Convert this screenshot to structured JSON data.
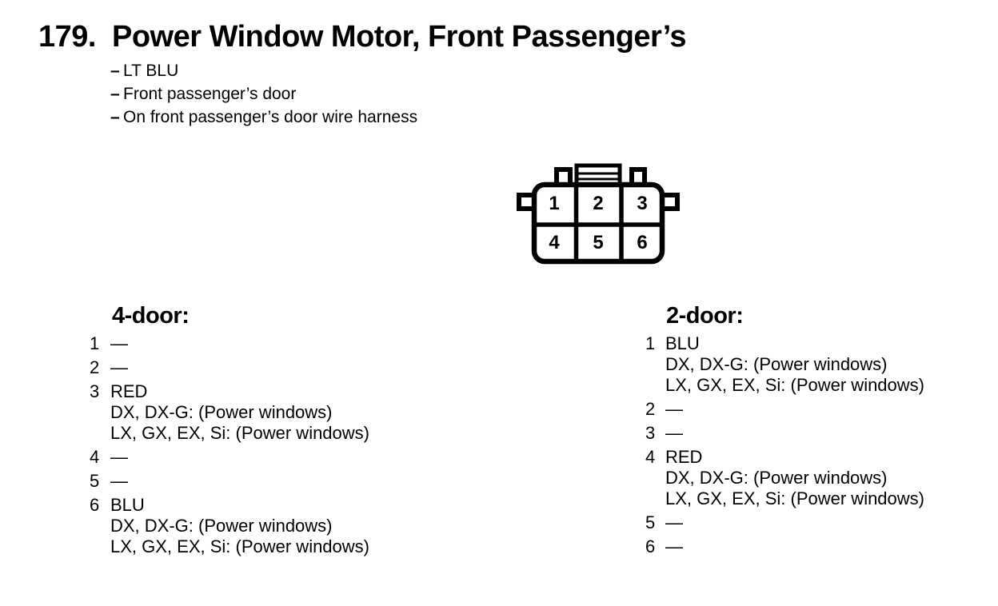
{
  "colors": {
    "ink": "#000000",
    "paper": "#ffffff"
  },
  "header": {
    "item_number": "179.",
    "title": "Power Window Motor, Front Passenger’s",
    "details": [
      {
        "bullet": "–",
        "text": "LT BLU"
      },
      {
        "bullet": "–",
        "text": "Front passenger’s door"
      },
      {
        "bullet": "–",
        "text": "On front passenger’s door wire harness"
      }
    ]
  },
  "connector": {
    "pins": [
      "1",
      "2",
      "3",
      "4",
      "5",
      "6"
    ]
  },
  "pinout_columns": [
    {
      "heading": "4-door:",
      "rows": [
        {
          "pin": "1",
          "value": "—"
        },
        {
          "pin": "2",
          "value": "—"
        },
        {
          "pin": "3",
          "value": "RED",
          "lines": [
            "DX, DX-G: (Power windows)",
            "LX, GX, EX, Si: (Power windows)"
          ]
        },
        {
          "pin": "4",
          "value": "—"
        },
        {
          "pin": "5",
          "value": "—"
        },
        {
          "pin": "6",
          "value": "BLU",
          "lines": [
            "DX, DX-G: (Power windows)",
            "LX, GX, EX, Si: (Power windows)"
          ]
        }
      ]
    },
    {
      "heading": "2-door:",
      "rows": [
        {
          "pin": "1",
          "value": "BLU",
          "lines": [
            "DX, DX-G: (Power windows)",
            "LX, GX, EX, Si: (Power windows)"
          ]
        },
        {
          "pin": "2",
          "value": "—"
        },
        {
          "pin": "3",
          "value": "—"
        },
        {
          "pin": "4",
          "value": "RED",
          "lines": [
            "DX, DX-G: (Power windows)",
            "LX, GX, EX, Si: (Power windows)"
          ]
        },
        {
          "pin": "5",
          "value": "—"
        },
        {
          "pin": "6",
          "value": "—"
        }
      ]
    }
  ]
}
